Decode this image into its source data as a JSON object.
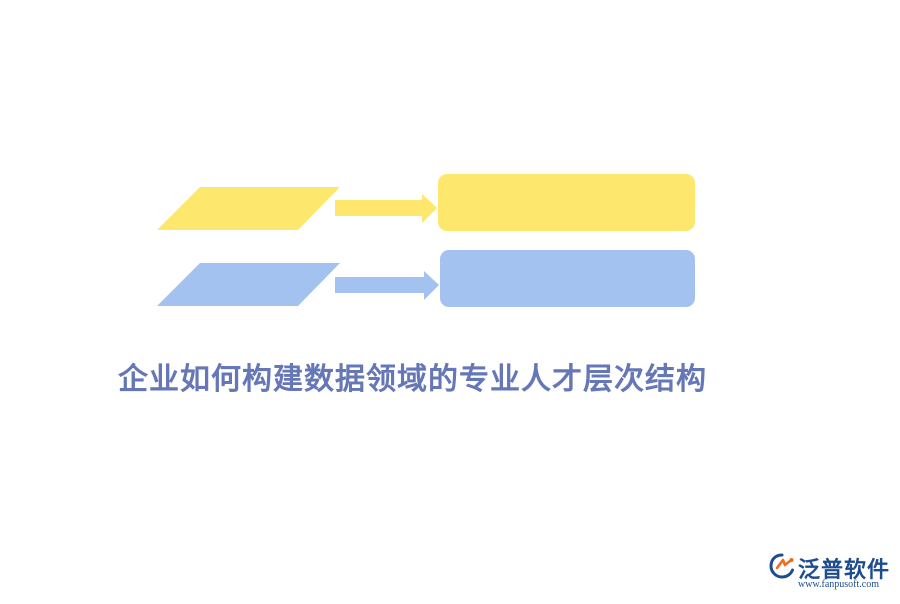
{
  "title": "企业如何构建数据领域的专业人才层次结构",
  "rows": [
    {
      "color": "#fde76d"
    },
    {
      "color": "#a4c2f0"
    }
  ],
  "colors": {
    "title": "#6677b8",
    "logo_text": "#1d4c8f",
    "logo_accent": "#f26a1b"
  },
  "logo": {
    "name": "泛普软件",
    "url": "www.fanpusoft.com"
  }
}
